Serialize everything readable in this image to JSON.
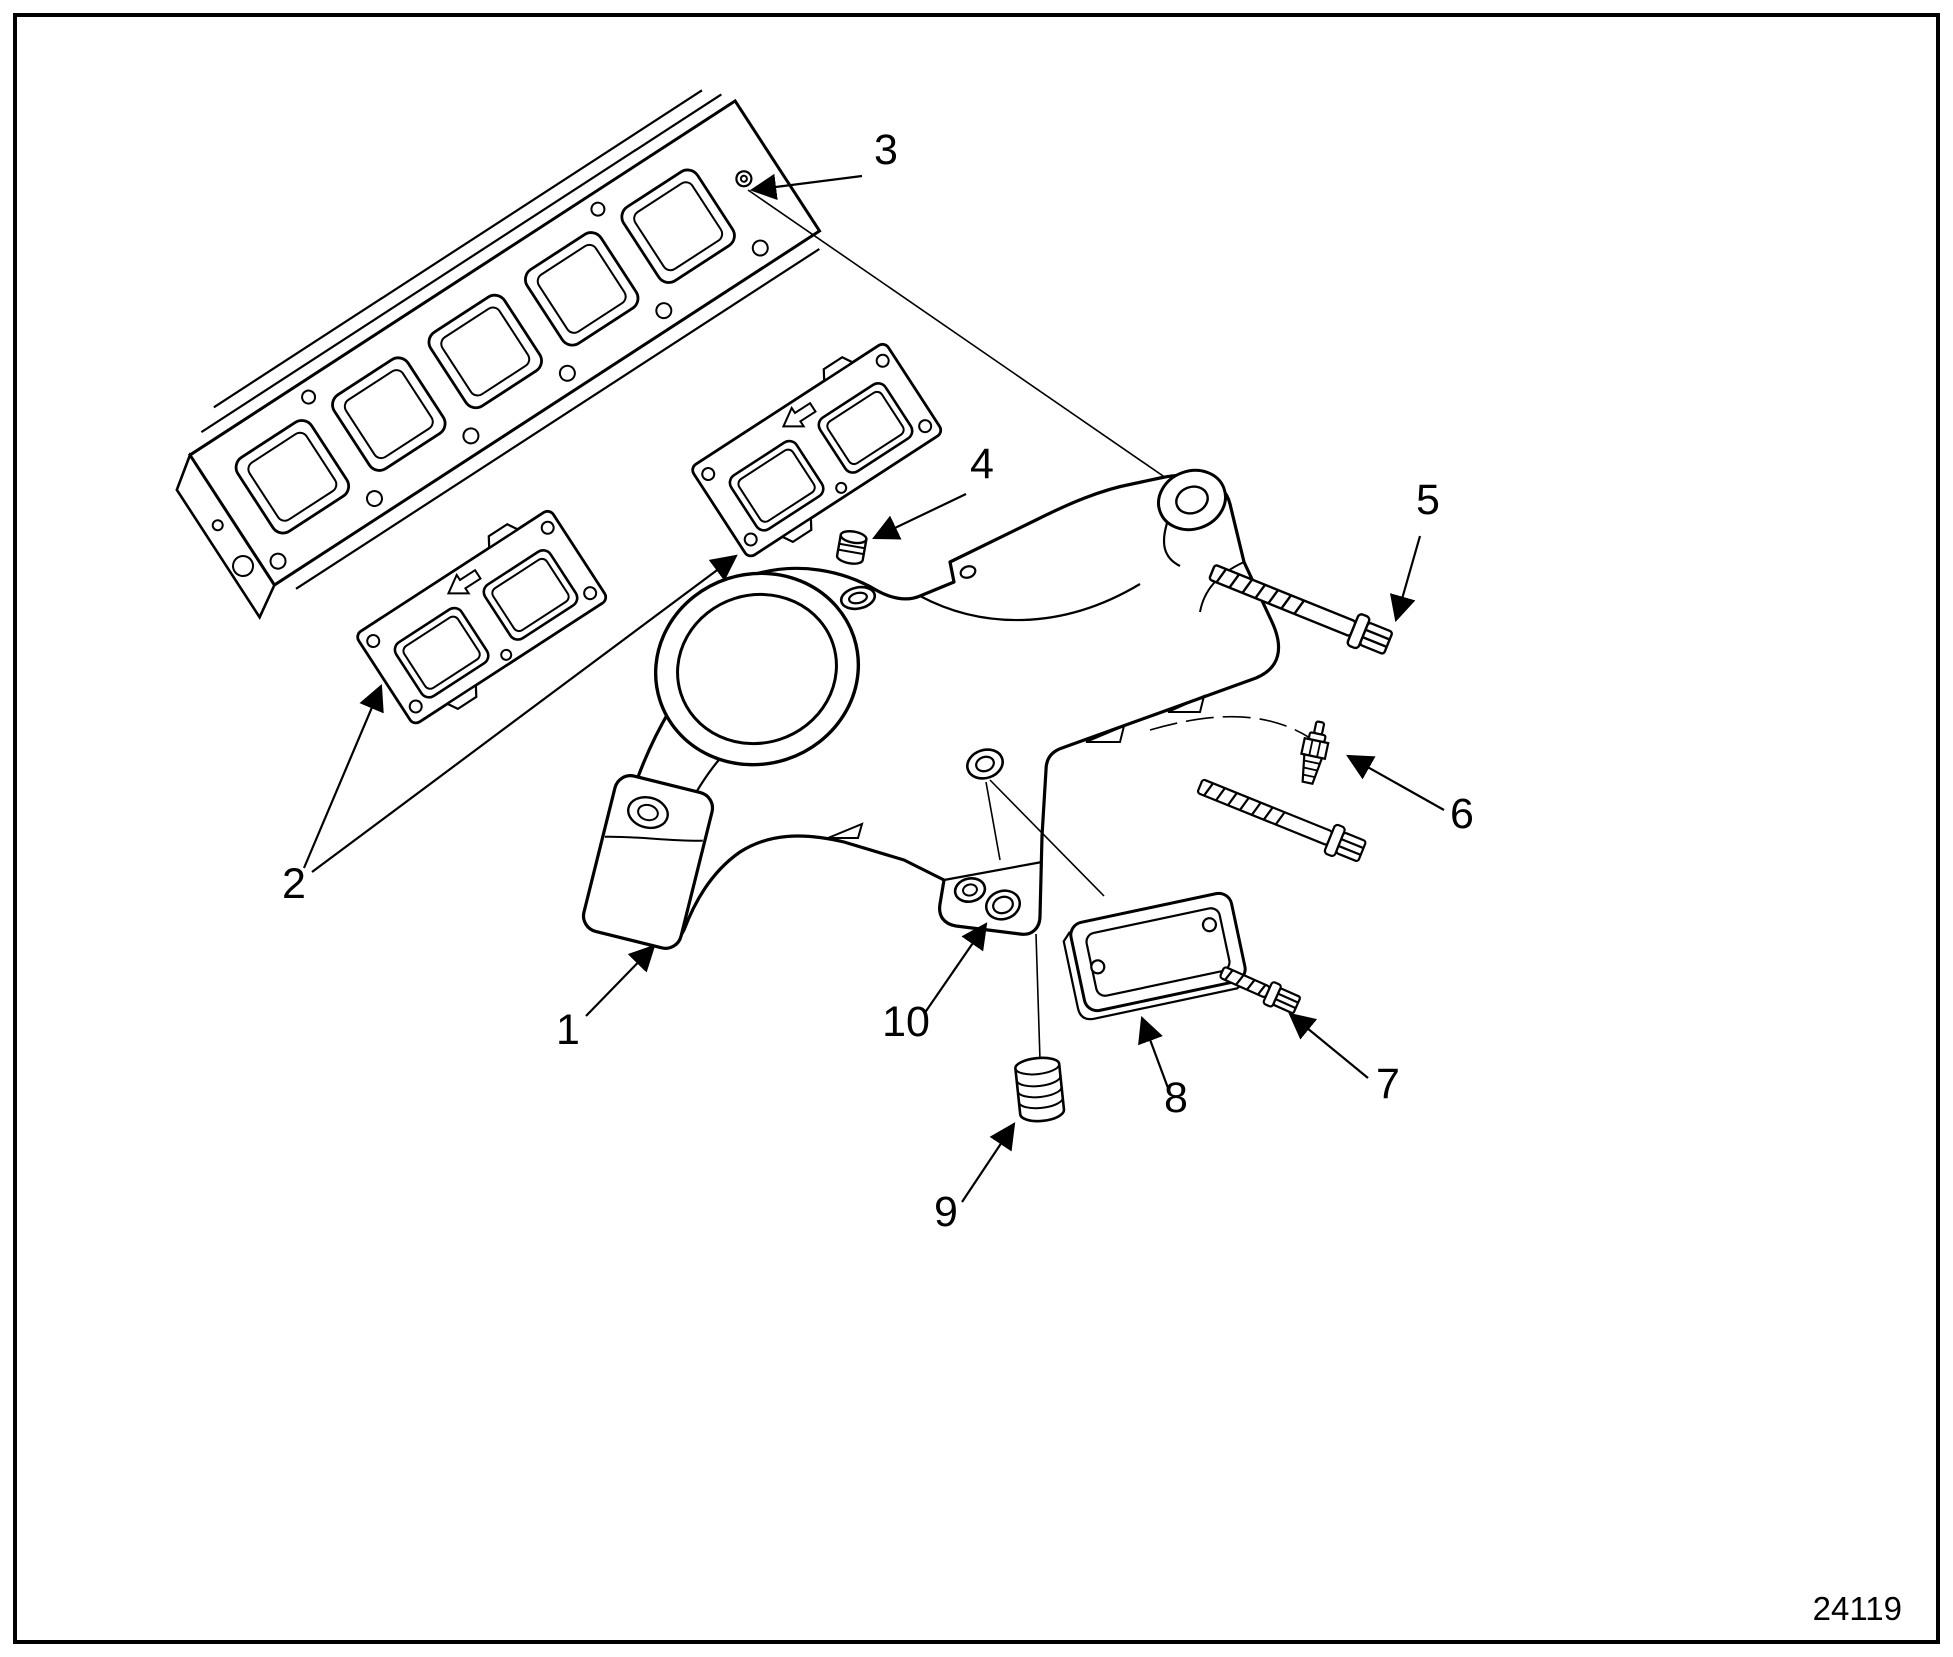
{
  "figure": {
    "number": "24119",
    "ink_color": "#000000",
    "paper_color": "#ffffff"
  },
  "callouts": [
    {
      "label": "1"
    },
    {
      "label": "2"
    },
    {
      "label": "3"
    },
    {
      "label": "4"
    },
    {
      "label": "5"
    },
    {
      "label": "6"
    },
    {
      "label": "7"
    },
    {
      "label": "8"
    },
    {
      "label": "9"
    },
    {
      "label": "10"
    }
  ]
}
